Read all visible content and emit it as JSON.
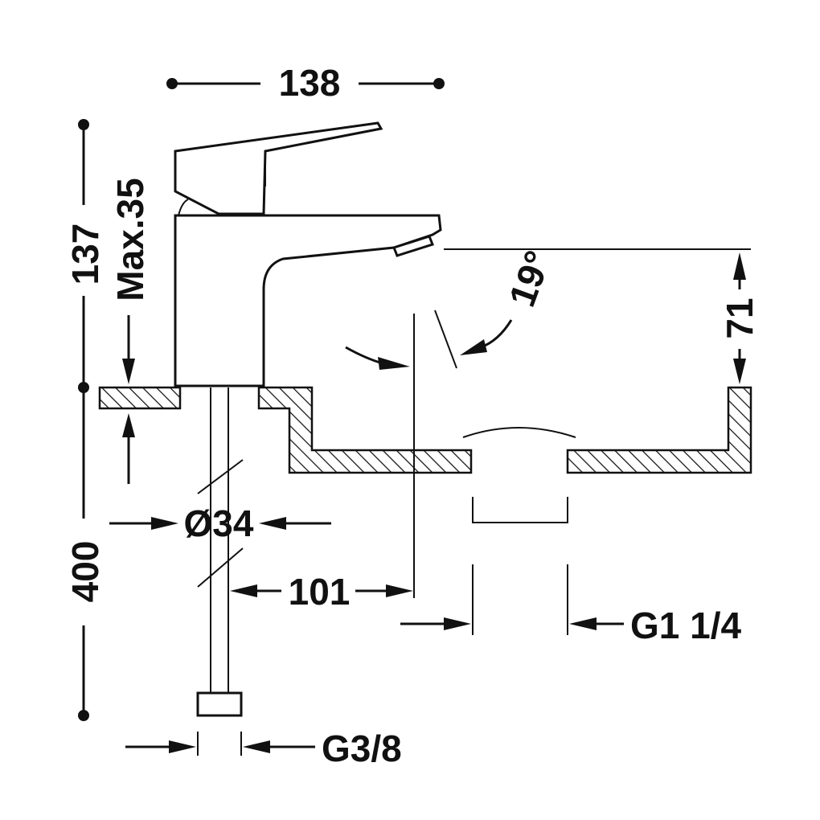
{
  "drawing": {
    "ink_color": "#111111",
    "background_color": "#ffffff"
  },
  "dimensions": {
    "width_overall": "138",
    "height_overall": "137",
    "deck_thickness_max": "Max.35",
    "hose_length": "400",
    "body_diameter": "Ø34",
    "spout_reach": "101",
    "spout_height": "71",
    "spout_angle": "19°",
    "waste_thread": "G1 1/4",
    "supply_thread": "G3/8"
  }
}
